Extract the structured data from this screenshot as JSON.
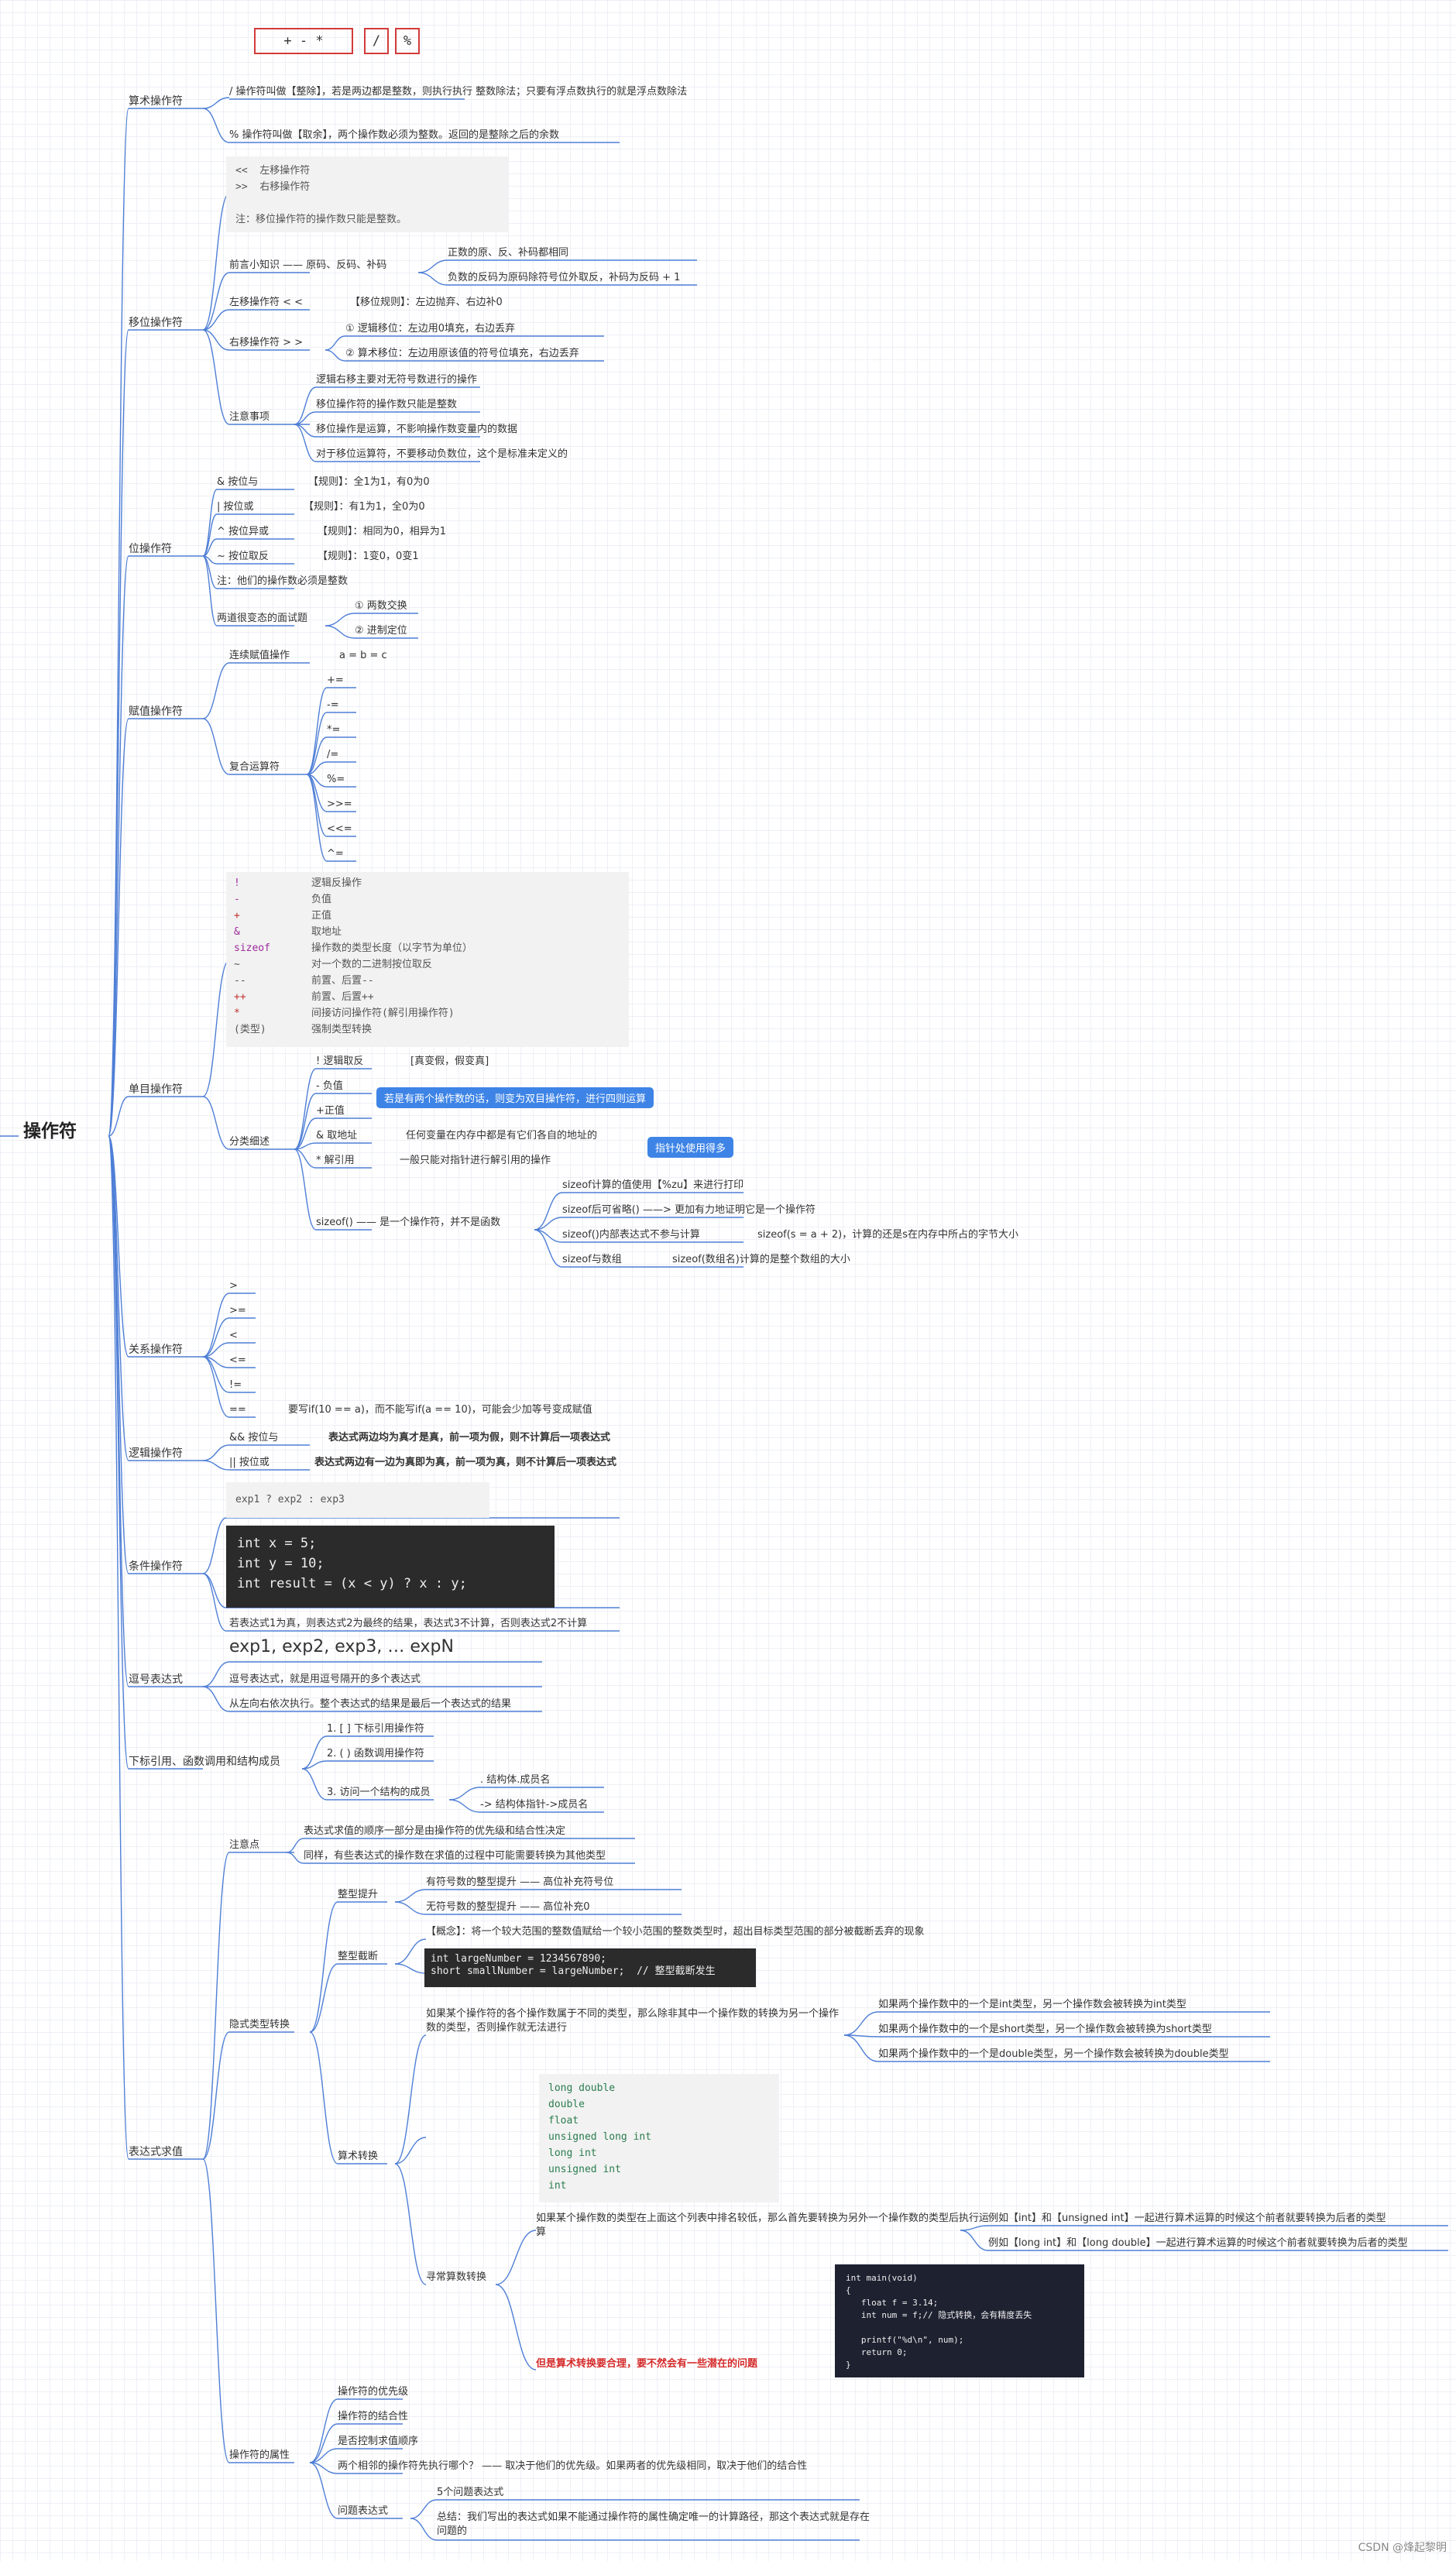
{
  "title": "操作符",
  "top_boxes": [
    "+  -  *",
    "/",
    "%"
  ],
  "branches": {
    "arith": "算术操作符",
    "shift": "移位操作符",
    "bit": "位操作符",
    "assign": "赋值操作符",
    "unary": "单目操作符",
    "relation": "关系操作符",
    "logic": "逻辑操作符",
    "cond": "条件操作符",
    "comma": "逗号表达式",
    "subscript": "下标引用、函数调用和结构成员",
    "eval": "表达式求值"
  },
  "arith": {
    "div": "/ 操作符叫做【整除】，若是两边都是整数，则执行执行 整数除法；只要有浮点数执行的就是浮点数除法",
    "mod": "% 操作符叫做【取余】，两个操作数必须为整数。返回的是整除之后的余数"
  },
  "shift": {
    "code": "<<  左移操作符\n>>  右移操作符\n\n注：移位操作符的操作数只能是整数。",
    "pre": "前言小知识 —— 原码、反码、补码",
    "pre1": "正数的原、反、补码都相同",
    "pre2": "负数的反码为原码除符号位外取反，补码为反码 + 1",
    "left": "左移操作符 < <",
    "left_rule": "【移位规则】：左边抛弃、右边补0",
    "right": "右移操作符 > >",
    "right1": "① 逻辑移位：左边用0填充，右边丢弃",
    "right2": "② 算术移位：左边用原该值的符号位填充，右边丢弃",
    "note": "注意事项",
    "note1": "逻辑右移主要对无符号数进行的操作",
    "note2": "移位操作符的操作数只能是整数",
    "note3": "移位操作是运算，不影响操作数变量内的数据",
    "note4": "对于移位运算符，不要移动负数位，这个是标准未定义的"
  },
  "bit": {
    "and": "& 按位与",
    "and_r": "【规则】：全1为1，有0为0",
    "or": "| 按位或",
    "or_r": "【规则】：有1为1，全0为0",
    "xor": "^ 按位异或",
    "xor_r": "【规则】：相同为0，相异为1",
    "not": "~ 按位取反",
    "not_r": "【规则】：1变0，0变1",
    "note": "注：他们的操作数必须是整数",
    "q": "两道很变态的面试题",
    "q1": "① 两数交换",
    "q2": "② 进制定位"
  },
  "assign": {
    "chain": "连续赋值操作",
    "chain_ex": "a = b = c",
    "compound": "复合运算符",
    "ops": [
      "+=",
      "-=",
      "*=",
      "/=",
      "%=",
      ">>=",
      "<<=",
      "^="
    ]
  },
  "unary": {
    "table": [
      [
        "!",
        "逻辑反操作"
      ],
      [
        "-",
        "负值"
      ],
      [
        "+",
        "正值"
      ],
      [
        "&",
        "取地址"
      ],
      [
        "sizeof",
        "操作数的类型长度（以字节为单位）"
      ],
      [
        "~",
        "对一个数的二进制按位取反"
      ],
      [
        "--",
        "前置、后置--"
      ],
      [
        "++",
        "前置、后置++"
      ],
      [
        "*",
        "间接访问操作符(解引用操作符)"
      ],
      [
        "(类型)",
        "强制类型转换"
      ]
    ],
    "classify": "分类细述",
    "not": "! 逻辑取反",
    "not_r": "[真变假，假变真]",
    "neg": "- 负值",
    "pos": "+正值",
    "tag1": "若是有两个操作数的话，则变为双目操作符，进行四则运算",
    "addr": "& 取地址",
    "addr_r": "任何变量在内存中都是有它们各自的地址的",
    "deref": "* 解引用",
    "deref_r": "一般只能对指针进行解引用的操作",
    "tag2": "指针处使用得多",
    "sizeof": "sizeof() —— 是一个操作符，并不是函数",
    "s1": "sizeof计算的值使用【%zu】来进行打印",
    "s2": "sizeof后可省略() ——> 更加有力地证明它是一个操作符",
    "s3": "sizeof()内部表达式不参与计算",
    "s3r": "sizeof(s = a + 2)，计算的还是s在内存中所占的字节大小",
    "s4": "sizeof与数组",
    "s4r": "sizeof(数组名)计算的是整个数组的大小"
  },
  "relation": {
    "ops": [
      ">",
      ">=",
      "<",
      "<=",
      "!=",
      "=="
    ],
    "eq_note": "要写if(10 == a)，而不能写if(a == 10)，可能会少加等号变成赋值"
  },
  "logic": {
    "and": "&& 按位与",
    "and_r": "表达式两边均为真才是真，前一项为假，则不计算后一项表达式",
    "or": "|| 按位或",
    "or_r": "表达式两边有一边为真即为真，前一项为真，则不计算后一项表达式"
  },
  "cond": {
    "code1": "exp1 ? exp2 : exp3",
    "code2": "int x = 5;\nint y = 10;\nint result = (x < y) ? x : y;",
    "note": "若表达式1为真，则表达式2为最终的结果，表达式3不计算，否则表达式2不计算"
  },
  "comma": {
    "exp": "exp1, exp2, exp3, … expN",
    "n1": "逗号表达式，就是用逗号隔开的多个表达式",
    "n2": "从左向右依次执行。整个表达式的结果是最后一个表达式的结果"
  },
  "subscript": {
    "s1": "1. [ ] 下标引用操作符",
    "s2": "2. ( ) 函数调用操作符",
    "s3": "3. 访问一个结构的成员",
    "m1": ". 结构体.成员名",
    "m2": "-> 结构体指针->成员名"
  },
  "eval": {
    "attention": "注意点",
    "a1": "表达式求值的顺序一部分是由操作符的优先级和结合性决定",
    "a2": "同样，有些表达式的操作数在求值的过程中可能需要转换为其他类型",
    "implicit": "隐式类型转换",
    "promote": "整型提升",
    "p1": "有符号数的整型提升 —— 高位补充符号位",
    "p2": "无符号数的整型提升 —— 高位补充0",
    "trunc": "整型截断",
    "t_concept": "【概念】：将一个较大范围的整数值赋给一个较小范围的整数类型时，超出目标类型范围的部分被截断丢弃的现象",
    "t_code": "int largeNumber = 1234567890;\nshort smallNumber = largeNumber;  // 整型截断发生",
    "arith_conv": "算术转换",
    "ac_desc": "如果某个操作符的各个操作数属于不同的类型，那么除非其中一个操作数的转换为另一个操作数的类型，否则操作就无法进行",
    "ac1": "如果两个操作数中的一个是int类型，另一个操作数会被转换为int类型",
    "ac2": "如果两个操作数中的一个是short类型，另一个操作数会被转换为short类型",
    "ac3": "如果两个操作数中的一个是double类型，另一个操作数会被转换为double类型",
    "types_code": "long double\ndouble\nfloat\nunsigned long int\nlong int\nunsigned int\nint",
    "usual": "寻常算数转换",
    "usual_desc": "如果某个操作数的类型在上面这个列表中排名较低，那么首先要转换为另外一个操作数的类型后执行运算",
    "ex1": "例如【int】和【unsigned int】一起进行算术运算的时候这个前者就要转换为后者的类型",
    "ex2": "例如【long int】和【long double】一起进行算术运算的时候这个前者就要转换为后者的类型",
    "main_code": "int main(void)\n{\n   float f = 3.14;\n   int num = f;// 隐式转换，会有精度丢失\n\n   printf(\"%d\\n\", num);\n   return 0;\n}",
    "warn": "但是算术转换要合理，要不然会有一些潜在的问题",
    "attr": "操作符的属性",
    "at1": "操作符的优先级",
    "at2": "操作符的结合性",
    "at3": "是否控制求值顺序",
    "at4": "两个相邻的操作符先执行哪个？ —— 取决于他们的优先级。如果两者的优先级相同，取决于他们的结合性",
    "problem": "问题表达式",
    "pr1": "5个问题表达式",
    "pr2": "总结：我们写出的表达式如果不能通过操作符的属性确定唯一的计算路径，那这个表达式就是存在问题的"
  },
  "watermark": "CSDN @烽起黎明",
  "colors": {
    "line": "#4f7fd6",
    "red": "#d42a2a",
    "tag": "#3e84e6",
    "code_dark": "#2b2b2b",
    "code_light": "#f2f2f2"
  }
}
